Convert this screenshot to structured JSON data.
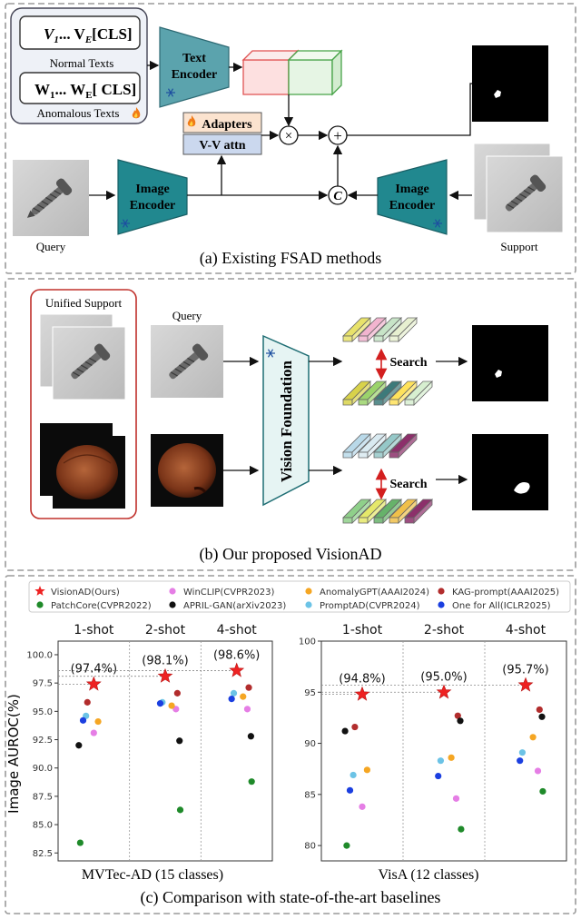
{
  "panel_a": {
    "normal_formula": "V",
    "normal_sub1": "1",
    "normal_dots": "... V",
    "normal_subE": "E",
    "normal_cls": "[CLS]",
    "normal_label": "Normal Texts",
    "anom_formula": "W",
    "anom_sub1": "1",
    "anom_dots": "... W",
    "anom_subE": "E",
    "anom_cls": "[ CLS]",
    "anom_label": "Anomalous Texts",
    "text_encoder": [
      "Text",
      "Encoder"
    ],
    "adapters": "Adapters",
    "vv_attn": "V-V attn",
    "image_encoder": [
      "Image",
      "Encoder"
    ],
    "image_encoder_right": [
      "Image",
      "Encoder"
    ],
    "op_mul": "×",
    "op_add": "+",
    "op_concat": "C",
    "query_label": "Query",
    "support_label": "Support",
    "caption": "(a) Existing FSAD methods"
  },
  "panel_b": {
    "unified_support": "Unified Support",
    "query_label": "Query",
    "vision_foundation": "Vision Foundation",
    "search": "Search",
    "caption": "(b) Our proposed VisionAD"
  },
  "panel_c": {
    "caption": "(c) Comparison with state-of-the-art baselines",
    "ylabel": "Image AUROC(%)",
    "legend": [
      {
        "label": "VisionAD(Ours)",
        "color": "#ee2222",
        "marker": "star"
      },
      {
        "label": "WinCLIP(CVPR2023)",
        "color": "#e57ee5",
        "marker": "dot"
      },
      {
        "label": "AnomalyGPT(AAAI2024)",
        "color": "#f5a623",
        "marker": "dot"
      },
      {
        "label": "KAG-prompt(AAAI2025)",
        "color": "#b22d2d",
        "marker": "dot"
      },
      {
        "label": "PatchCore(CVPR2022)",
        "color": "#1f8a2a",
        "marker": "dot"
      },
      {
        "label": "APRIL-GAN(arXiv2023)",
        "color": "#111111",
        "marker": "dot"
      },
      {
        "label": "PromptAD(CVPR2024)",
        "color": "#6cc3e6",
        "marker": "dot"
      },
      {
        "label": "One for All(ICLR2025)",
        "color": "#1b3fe0",
        "marker": "dot"
      }
    ]
  },
  "chart_data": [
    {
      "type": "scatter",
      "title": "MVTec-AD (15 classes)",
      "ylabel": "Image AUROC(%)",
      "groups": [
        "1-shot",
        "2-shot",
        "4-shot"
      ],
      "ylim": [
        81.8,
        101.2
      ],
      "yticks": [
        "100.0",
        "97.5",
        "95.0",
        "92.5",
        "90.0",
        "87.5",
        "85.0",
        "82.5"
      ],
      "ytick_values": [
        100,
        97.5,
        95,
        92.5,
        90,
        87.5,
        85,
        82.5
      ],
      "series": [
        {
          "name": "VisionAD(Ours)",
          "values": [
            97.4,
            98.1,
            98.6
          ]
        },
        {
          "name": "WinCLIP(CVPR2023)",
          "values": [
            93.1,
            95.2,
            95.2
          ]
        },
        {
          "name": "AnomalyGPT(AAAI2024)",
          "values": [
            94.1,
            95.5,
            96.3
          ]
        },
        {
          "name": "KAG-prompt(AAAI2025)",
          "values": [
            95.8,
            96.6,
            97.1
          ]
        },
        {
          "name": "PatchCore(CVPR2022)",
          "values": [
            83.4,
            86.3,
            88.8
          ]
        },
        {
          "name": "APRIL-GAN(arXiv2023)",
          "values": [
            92.0,
            92.4,
            92.8
          ]
        },
        {
          "name": "PromptAD(CVPR2024)",
          "values": [
            94.6,
            95.8,
            96.6
          ]
        },
        {
          "name": "One for All(ICLR2025)",
          "values": [
            94.2,
            95.7,
            96.1
          ]
        }
      ],
      "annotations": [
        "(97.4%)",
        "(98.1%)",
        "(98.6%)"
      ]
    },
    {
      "type": "scatter",
      "title": "VisA (12 classes)",
      "groups": [
        "1-shot",
        "2-shot",
        "4-shot"
      ],
      "ylim": [
        78.5,
        100
      ],
      "yticks": [
        "100",
        "95",
        "90",
        "85",
        "80"
      ],
      "ytick_values": [
        100,
        95,
        90,
        85,
        80
      ],
      "series": [
        {
          "name": "VisionAD(Ours)",
          "values": [
            94.8,
            95.0,
            95.7
          ]
        },
        {
          "name": "WinCLIP(CVPR2023)",
          "values": [
            83.8,
            84.6,
            87.3
          ]
        },
        {
          "name": "AnomalyGPT(AAAI2024)",
          "values": [
            87.4,
            88.6,
            90.6
          ]
        },
        {
          "name": "KAG-prompt(AAAI2025)",
          "values": [
            91.6,
            92.7,
            93.3
          ]
        },
        {
          "name": "PatchCore(CVPR2022)",
          "values": [
            80.0,
            81.6,
            85.3
          ]
        },
        {
          "name": "APRIL-GAN(arXiv2023)",
          "values": [
            91.2,
            92.2,
            92.6
          ]
        },
        {
          "name": "PromptAD(CVPR2024)",
          "values": [
            86.9,
            88.3,
            89.1
          ]
        },
        {
          "name": "One for All(ICLR2025)",
          "values": [
            85.4,
            86.8,
            88.3
          ]
        }
      ],
      "annotations": [
        "(94.8%)",
        "(95.0%)",
        "(95.7%)"
      ]
    }
  ]
}
